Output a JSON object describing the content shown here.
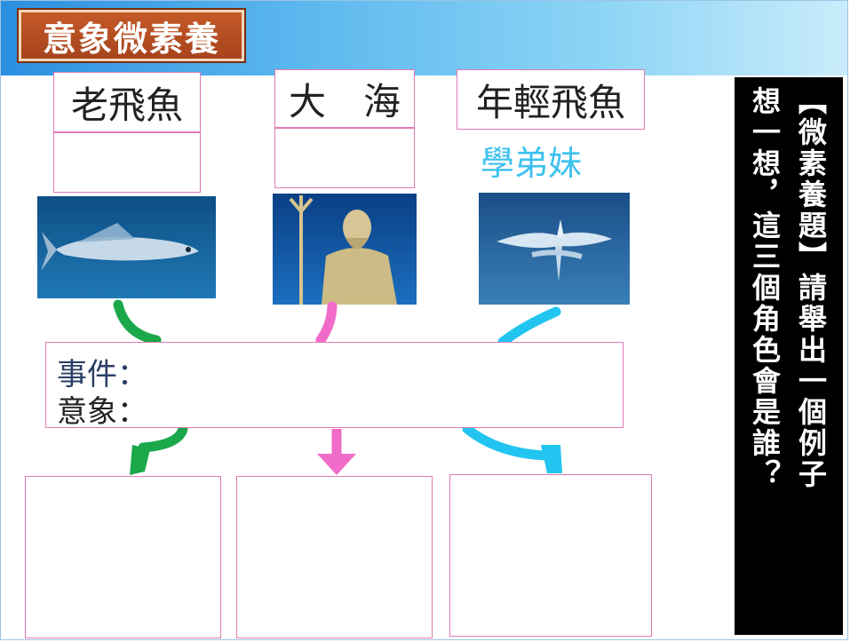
{
  "title": "意象微素養",
  "characters": [
    {
      "name": "老飛魚",
      "subtitle": ""
    },
    {
      "name": "大　海",
      "subtitle": ""
    },
    {
      "name": "年輕飛魚",
      "subtitle": "學弟妹"
    }
  ],
  "event_box": {
    "event_label": "事件：",
    "image_label": "意象："
  },
  "side_panel": {
    "col1": "【微素養題】請舉出一個例子",
    "col2": "想一想，這三個角色會是誰？"
  },
  "colors": {
    "green_arrow": "#1aa84a",
    "pink_arrow": "#f06cc8",
    "cyan_arrow": "#22c4f0",
    "box_border": "#e07ab3"
  }
}
